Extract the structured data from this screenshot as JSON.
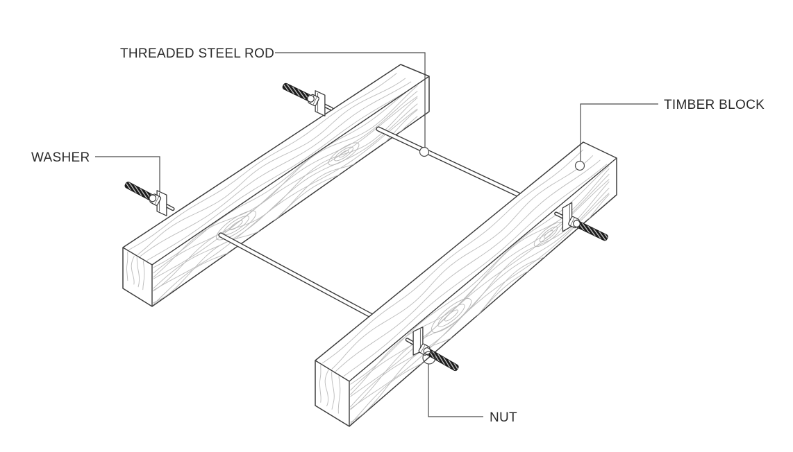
{
  "figure": {
    "type": "isometric-construction-detail",
    "description": "Two timber blocks connected by threaded steel rods with square washers and nuts"
  },
  "colors": {
    "background": "#ffffff",
    "line": "#3d3d3d",
    "leader": "#4a4a4a",
    "grain": "#bdbdbd",
    "text": "#2b2b2b",
    "fastener_dark": "#1a1a1a"
  },
  "labels": [
    {
      "id": "threaded-steel-rod",
      "text": "THREADED STEEL ROD"
    },
    {
      "id": "timber-block",
      "text": "TIMBER BLOCK"
    },
    {
      "id": "washer",
      "text": "WASHER"
    },
    {
      "id": "nut",
      "text": "NUT"
    }
  ]
}
